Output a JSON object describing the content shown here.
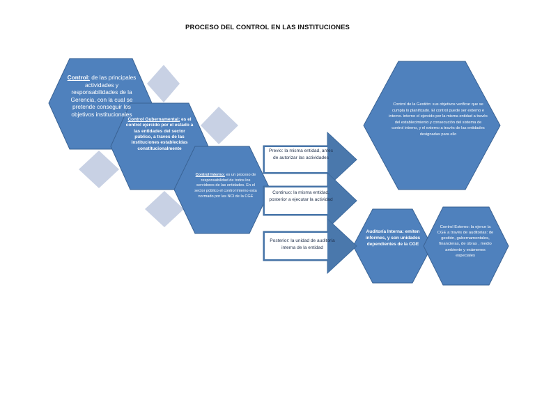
{
  "title": "PROCESO DEL CONTROL EN LAS INSTITUCIONES",
  "colors": {
    "hex_dark": "#4f81bd",
    "hex_dark_stroke": "#3a6394",
    "hex_light": "#c8d1e4",
    "arrow_fill": "#ffffff",
    "arrow_stroke": "#3c6a9e",
    "arrow_head": "#4a78ac"
  },
  "nodes": {
    "control": {
      "title": "Control:",
      "body": " de las principales actividades y responsabilidades de la Gerencia, con la cual se pretende conseguir los objetivos institucionales"
    },
    "gubernamental": {
      "title": "Control Gubernamental:",
      "body": " es el control ejercido por el estado a las entidades del sector público, a traves de las instituciones establecidas constitucionalmente"
    },
    "interno": {
      "title": "Control Interno:",
      "body": " es un proceso de responsabilidad de todos los servidores de las entidades. En el sector público el control interno esta normado por las NCI de la CGE"
    },
    "gestion": {
      "body": "Control de la Gestión: sus objetivos verificar que se cumpla lo planificado. El control puede ser externo e interno. interno el ejercido por la misma entidad a través del establecimiento y consecución del sistema de control interno, y el externo a través de las entidades designadas para ello"
    },
    "auditoria": {
      "body": "Auditoría Interna: emiten informes, y son unidades dependientes de la CGE"
    },
    "externo": {
      "body": "Control Externo: la ejerce la CGE a través de auditorias: de gestión, gubernamentales, financieras, de obras , medio ambiente y exámenes especiales"
    }
  },
  "arrows": {
    "previo": "Previo: la misma entidad, antes de autorizar las actividades",
    "continuo": "Continuo: la misma entidad, posterior a ejecutar la actividad",
    "posterior": "Posterior: la unidad de auditoría interna de la entidad"
  }
}
